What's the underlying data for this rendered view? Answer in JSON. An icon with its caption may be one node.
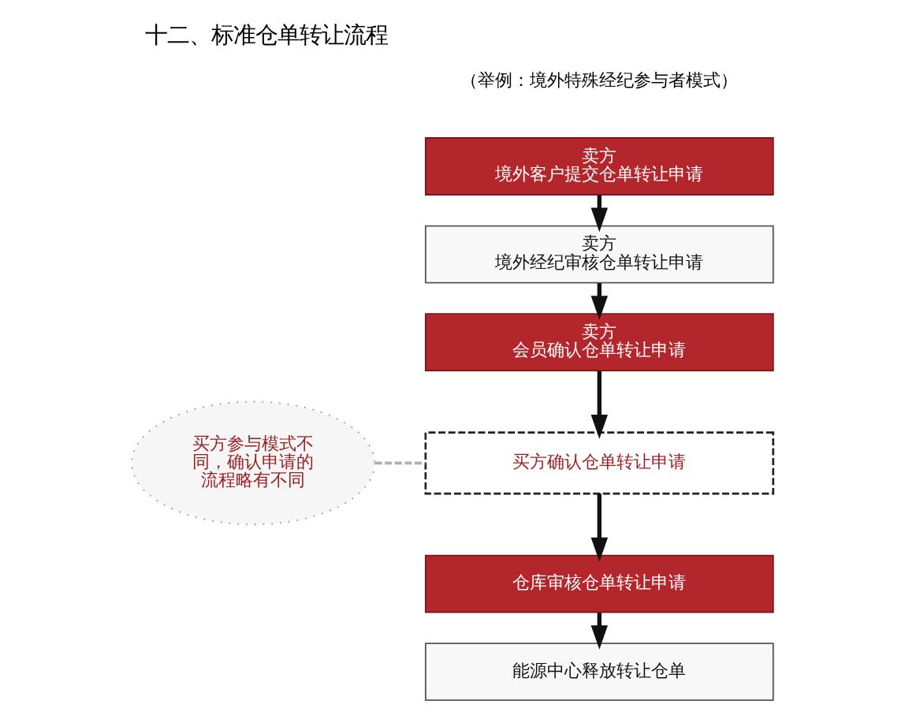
{
  "diagram": {
    "title": "十二、标准仓单转让流程",
    "nodes": [
      {
        "text": [
          "卖方",
          "境外客户提交仓单转让申请"
        ]
      },
      {
        "text": [
          "卖方",
          "境外经纪审核仓单转让申请"
        ]
      },
      {
        "text": [
          "卖方",
          "会员确认仓单转让申请"
        ]
      },
      {
        "text": [
          "买方确认仓单转让申请"
        ]
      },
      {
        "text": [
          "仓库审核仓单转让申请"
        ]
      },
      {
        "text": [
          "能源中心释放转让仓单"
        ]
      },
      {
        "text": [
          "买方参与模式不同，确认申请的流程略有不同"
        ]
      }
    ],
    "edges": [
      {
        "from": 0,
        "to": 1,
        "arrow": "to"
      },
      {
        "from": 1,
        "to": 2,
        "arrow": "to"
      },
      {
        "from": 2,
        "to": 3,
        "arrow": "to"
      },
      {
        "from": 3,
        "to": 4,
        "arrow": "to"
      },
      {
        "from": 4,
        "to": 5,
        "arrow": "to"
      },
      {
        "from": 6,
        "to": 3,
        "arrow": "none",
        "style": "dashed",
        "color": "#b0b0b0"
      }
    ],
    "labels": [
      "（举例：境外特殊经纪参与者模式）"
    ]
  }
}
